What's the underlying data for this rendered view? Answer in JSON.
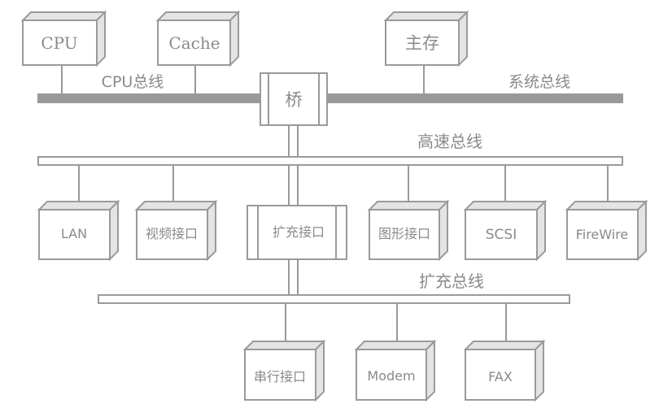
{
  "colors": {
    "stroke": "#9a9a9a",
    "bus_fill": "#999999",
    "text": "#8a8a8a",
    "box_fill": "#ffffff",
    "face_fill": "#e4e4e4"
  },
  "top": {
    "cpu": "CPU",
    "cache": "Cache",
    "memory": "主存",
    "bridge": "桥"
  },
  "buses": {
    "cpu_bus": "CPU总线",
    "system_bus": "系统总线",
    "high_speed_bus": "高速总线",
    "expansion_bus": "扩充总线"
  },
  "devices": {
    "lan": "LAN",
    "video_interface": "视频接口",
    "expansion_interface": "扩充接口",
    "graphics_interface": "图形接口",
    "scsi": "SCSI",
    "firewire": "FireWire",
    "serial_interface": "串行接口",
    "modem": "Modem",
    "fax": "FAX"
  }
}
